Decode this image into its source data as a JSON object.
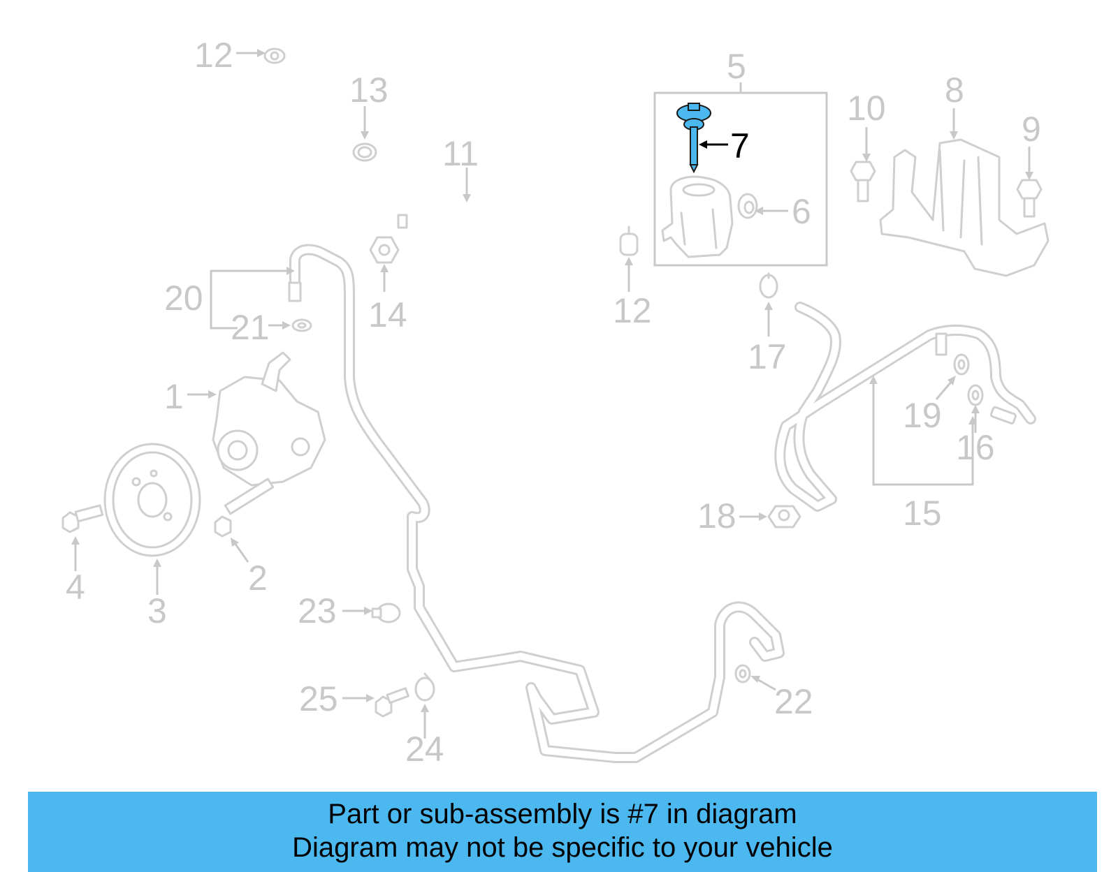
{
  "diagram": {
    "highlight_color": "#4cb8f0",
    "callouts": [
      {
        "id": "c1",
        "text": "1"
      },
      {
        "id": "c2",
        "text": "2"
      },
      {
        "id": "c3",
        "text": "3"
      },
      {
        "id": "c4",
        "text": "4"
      },
      {
        "id": "c5",
        "text": "5"
      },
      {
        "id": "c6",
        "text": "6"
      },
      {
        "id": "c7",
        "text": "7"
      },
      {
        "id": "c8",
        "text": "8"
      },
      {
        "id": "c9",
        "text": "9"
      },
      {
        "id": "c10",
        "text": "10"
      },
      {
        "id": "c11",
        "text": "11"
      },
      {
        "id": "c12a",
        "text": "12"
      },
      {
        "id": "c12b",
        "text": "12"
      },
      {
        "id": "c13",
        "text": "13"
      },
      {
        "id": "c14",
        "text": "14"
      },
      {
        "id": "c15",
        "text": "15"
      },
      {
        "id": "c16",
        "text": "16"
      },
      {
        "id": "c17",
        "text": "17"
      },
      {
        "id": "c18",
        "text": "18"
      },
      {
        "id": "c19",
        "text": "19"
      },
      {
        "id": "c20",
        "text": "20"
      },
      {
        "id": "c21",
        "text": "21"
      },
      {
        "id": "c22",
        "text": "22"
      },
      {
        "id": "c23",
        "text": "23"
      },
      {
        "id": "c24",
        "text": "24"
      },
      {
        "id": "c25",
        "text": "25"
      }
    ]
  },
  "banner": {
    "line1": "Part or sub-assembly is #7 in diagram",
    "line2": "Diagram may not be specific to your vehicle",
    "background": "#4cb8f0"
  }
}
